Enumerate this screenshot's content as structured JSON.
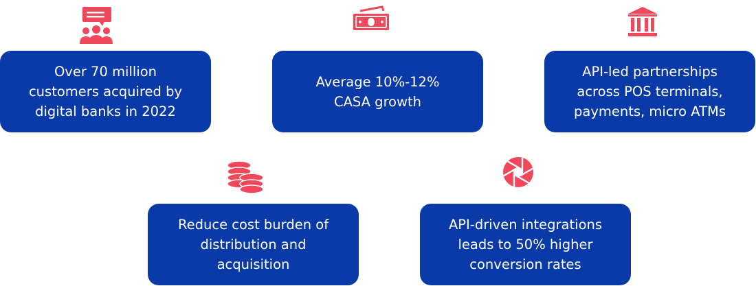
{
  "accent_color": "#f0475a",
  "card_color": "#0a3aa8",
  "cards": [
    {
      "icon": "customers-chat-icon",
      "lines": [
        "Over 70 million",
        "customers acquired by",
        "digital banks in 2022"
      ]
    },
    {
      "icon": "banknote-icon",
      "lines": [
        "Average 10%-12%",
        "CASA growth"
      ]
    },
    {
      "icon": "bank-building-icon",
      "lines": [
        "API-led partnerships",
        "across POS terminals,",
        "payments, micro ATMs"
      ]
    },
    {
      "icon": "coin-stack-icon",
      "lines": [
        "Reduce cost burden of",
        "distribution and",
        "acquisition"
      ]
    },
    {
      "icon": "aperture-icon",
      "lines": [
        "API-driven integrations",
        "leads to 50% higher",
        "conversion rates"
      ]
    }
  ]
}
